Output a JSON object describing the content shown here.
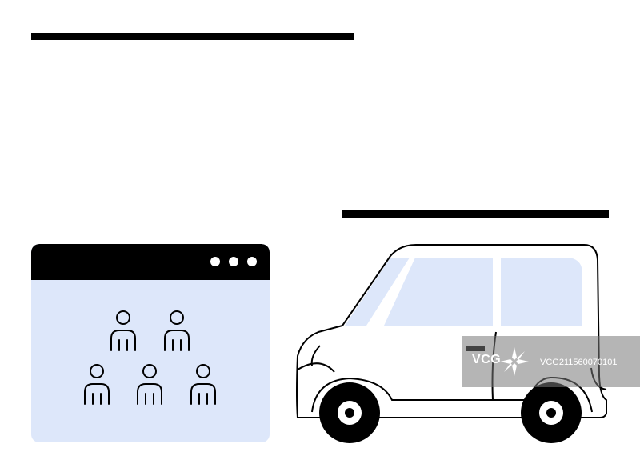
{
  "illustration": {
    "decor_lines": [
      "line-top",
      "line-mid"
    ],
    "browser": {
      "window_controls": [
        "dot",
        "dot",
        "dot"
      ],
      "content_icon": "group-of-five-people-icon",
      "background_color": "#dde7fa",
      "titlebar_color": "#000000"
    },
    "vehicle": {
      "icon": "minivan-icon",
      "window_color": "#dde7fa",
      "body_color": "#ffffff"
    }
  },
  "watermark": {
    "logo": "VCG",
    "id_text": "VCG211560070101"
  }
}
